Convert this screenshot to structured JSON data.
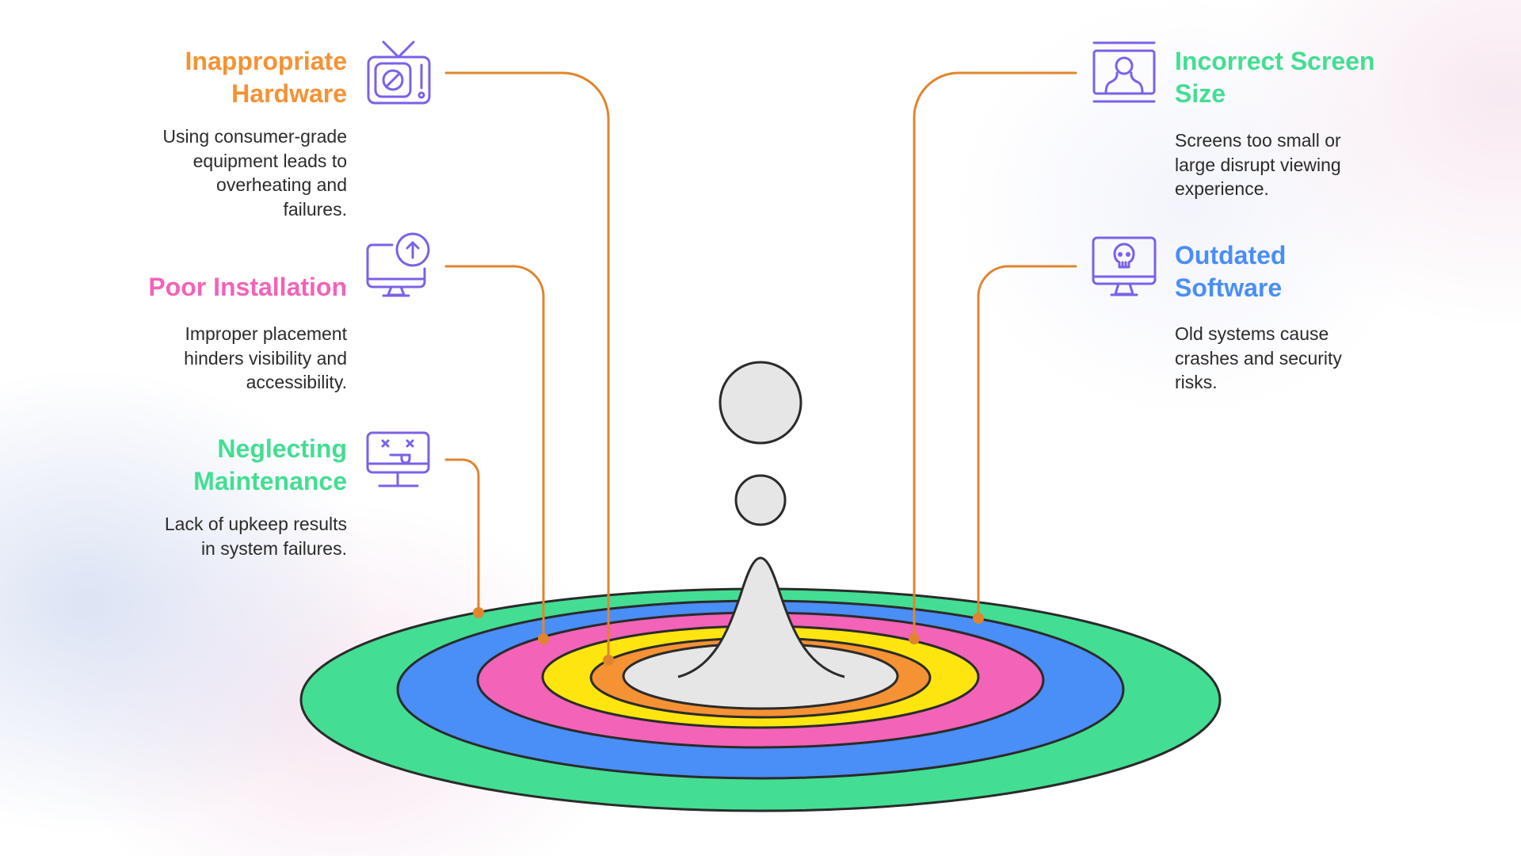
{
  "diagram": {
    "type": "ripple-causes",
    "center_graphic": "water-drop-ripple",
    "connector_color": "#E0852E",
    "icon_color": "#7B61E8",
    "outline_color": "#2b2b2b",
    "rings": [
      {
        "name": "Neglecting Maintenance",
        "color": "#43DE93"
      },
      {
        "name": "Outdated Software",
        "color": "#4A8EF7"
      },
      {
        "name": "Poor Installation",
        "color": "#F363B7"
      },
      {
        "name": "Incorrect Screen Size",
        "color": "#FFE50F"
      },
      {
        "name": "Inappropriate Hardware",
        "color": "#F59234"
      },
      {
        "name": "center",
        "color": "#E6E6E6"
      }
    ]
  },
  "items": [
    {
      "id": "inappropriate-hardware",
      "side": "left",
      "title_lines": [
        "Inappropriate",
        "Hardware"
      ],
      "title_color": "#F59234",
      "body_lines": [
        "Using consumer-grade",
        "equipment leads to",
        "overheating and",
        "failures."
      ],
      "icon": "tv-warning-icon"
    },
    {
      "id": "poor-installation",
      "side": "left",
      "title_lines": [
        "Poor Installation"
      ],
      "title_color": "#F363B7",
      "body_lines": [
        "Improper placement",
        "hinders visibility and",
        "accessibility."
      ],
      "icon": "monitor-upload-icon"
    },
    {
      "id": "neglecting-maintenance",
      "side": "left",
      "title_lines": [
        "Neglecting",
        "Maintenance"
      ],
      "title_color": "#43DE93",
      "body_lines": [
        "Lack of upkeep results",
        "in system failures."
      ],
      "icon": "monitor-dead-face-icon"
    },
    {
      "id": "incorrect-screen-size",
      "side": "right",
      "title_lines": [
        "Incorrect Screen",
        "Size"
      ],
      "title_color": "#43DE93",
      "body_lines": [
        "Screens too small or",
        "large disrupt viewing",
        "experience."
      ],
      "icon": "screen-user-icon"
    },
    {
      "id": "outdated-software",
      "side": "right",
      "title_lines": [
        "Outdated",
        "Software"
      ],
      "title_color": "#4A8EF7",
      "body_lines": [
        "Old systems cause",
        "crashes and security",
        "risks."
      ],
      "icon": "monitor-skull-icon"
    }
  ]
}
